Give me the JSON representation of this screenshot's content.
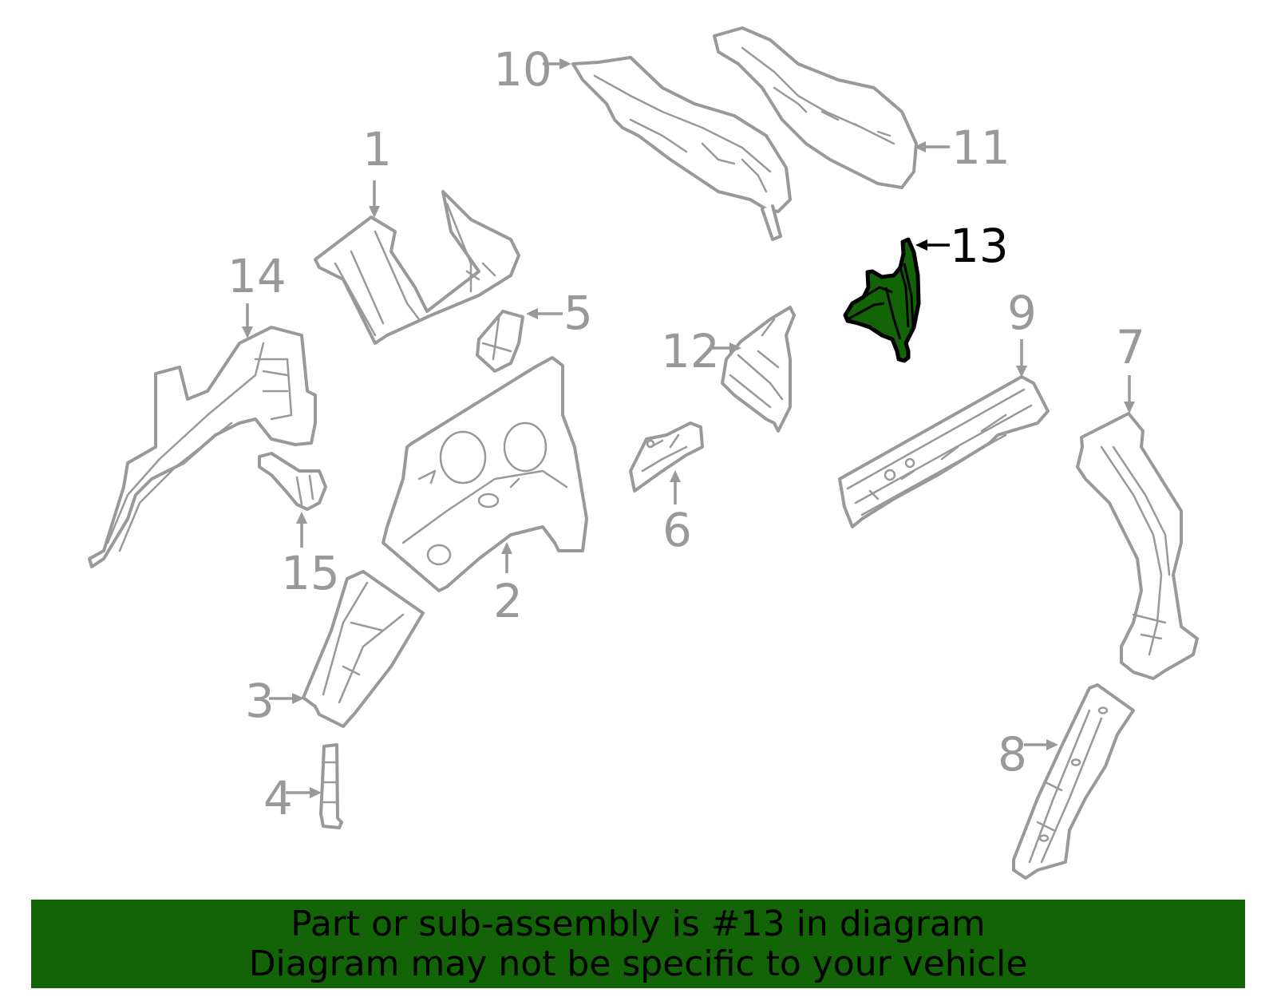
{
  "diagram": {
    "highlighted_part": "13",
    "colors": {
      "highlight_fill": "#136307",
      "highlight_stroke": "#000000",
      "part_stroke": "#999999",
      "banner_bg": "#136307",
      "banner_text": "#000000",
      "background": "#ffffff"
    },
    "callouts": [
      {
        "id": "1",
        "label": "1"
      },
      {
        "id": "2",
        "label": "2"
      },
      {
        "id": "3",
        "label": "3"
      },
      {
        "id": "4",
        "label": "4"
      },
      {
        "id": "5",
        "label": "5"
      },
      {
        "id": "6",
        "label": "6"
      },
      {
        "id": "7",
        "label": "7"
      },
      {
        "id": "8",
        "label": "8"
      },
      {
        "id": "9",
        "label": "9"
      },
      {
        "id": "10",
        "label": "10"
      },
      {
        "id": "11",
        "label": "11"
      },
      {
        "id": "12",
        "label": "12"
      },
      {
        "id": "13",
        "label": "13"
      },
      {
        "id": "14",
        "label": "14"
      },
      {
        "id": "15",
        "label": "15"
      }
    ]
  },
  "banner": {
    "line1": "Part or sub-assembly is #13 in diagram",
    "line2": "Diagram may not be specific to your vehicle"
  }
}
